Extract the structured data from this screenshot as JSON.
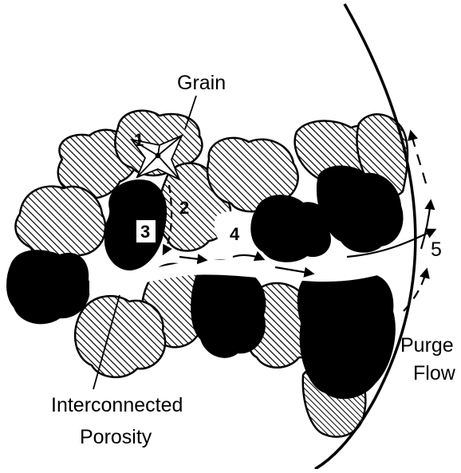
{
  "labels": {
    "grain": "Grain",
    "interconnected": "Interconnected",
    "porosity": "Porosity",
    "purge": "Purge",
    "flow": "Flow"
  },
  "steps": [
    "1",
    "2",
    "3",
    "4",
    "5"
  ],
  "colors": {
    "ink": "#000000",
    "paper": "#ffffff"
  }
}
